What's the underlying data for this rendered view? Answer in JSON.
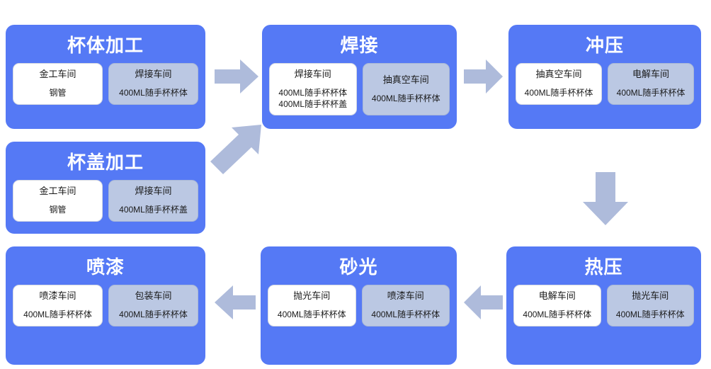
{
  "diagram": {
    "title_semantic": "production-process-flow",
    "colors": {
      "card_blue": "#5579f5",
      "box_white": "#ffffff",
      "box_gray": "#bbc8e3",
      "arrow": "#aebbdb",
      "title_text": "#ffffff",
      "body_text": "#1a1a1a",
      "background": "#ffffff"
    },
    "nodes": [
      {
        "id": "cup-body-processing",
        "title": "杯体加工",
        "boxes": [
          {
            "style": "white",
            "name": "金工车间",
            "items": [
              "钢管"
            ]
          },
          {
            "style": "gray",
            "name": "焊接车间",
            "items": [
              "400ML随手杯杯体"
            ]
          }
        ]
      },
      {
        "id": "welding",
        "title": "焊接",
        "boxes": [
          {
            "style": "white",
            "name": "焊接车间",
            "items": [
              "400ML随手杯杯体",
              "400ML随手杯杯盖"
            ]
          },
          {
            "style": "gray",
            "name": "抽真空车间",
            "items": [
              "400ML随手杯杯体"
            ]
          }
        ]
      },
      {
        "id": "stamping",
        "title": "冲压",
        "boxes": [
          {
            "style": "white",
            "name": "抽真空车间",
            "items": [
              "400ML随手杯杯体"
            ]
          },
          {
            "style": "gray",
            "name": "电解车间",
            "items": [
              "400ML随手杯杯体"
            ]
          }
        ]
      },
      {
        "id": "cup-lid-processing",
        "title": "杯盖加工",
        "boxes": [
          {
            "style": "white",
            "name": "金工车间",
            "items": [
              "钢管"
            ]
          },
          {
            "style": "gray",
            "name": "焊接车间",
            "items": [
              "400ML随手杯杯盖"
            ]
          }
        ]
      },
      {
        "id": "painting",
        "title": "喷漆",
        "boxes": [
          {
            "style": "white",
            "name": "喷漆车间",
            "items": [
              "400ML随手杯杯体"
            ]
          },
          {
            "style": "gray",
            "name": "包装车间",
            "items": [
              "400ML随手杯杯体"
            ]
          }
        ]
      },
      {
        "id": "sanding",
        "title": "砂光",
        "boxes": [
          {
            "style": "white",
            "name": "抛光车间",
            "items": [
              "400ML随手杯杯体"
            ]
          },
          {
            "style": "gray",
            "name": "喷漆车间",
            "items": [
              "400ML随手杯杯体"
            ]
          }
        ]
      },
      {
        "id": "hot-pressing",
        "title": "热压",
        "boxes": [
          {
            "style": "white",
            "name": "电解车间",
            "items": [
              "400ML随手杯杯体"
            ]
          },
          {
            "style": "gray",
            "name": "抛光车间",
            "items": [
              "400ML随手杯杯体"
            ]
          }
        ]
      }
    ],
    "connectors": [
      {
        "id": "cup-body-to-welding",
        "direction": "right"
      },
      {
        "id": "cup-lid-to-welding",
        "direction": "up-right"
      },
      {
        "id": "welding-to-stamping",
        "direction": "right"
      },
      {
        "id": "stamping-to-hot-pressing",
        "direction": "down"
      },
      {
        "id": "hot-pressing-to-sanding",
        "direction": "left"
      },
      {
        "id": "sanding-to-painting",
        "direction": "left"
      }
    ]
  }
}
